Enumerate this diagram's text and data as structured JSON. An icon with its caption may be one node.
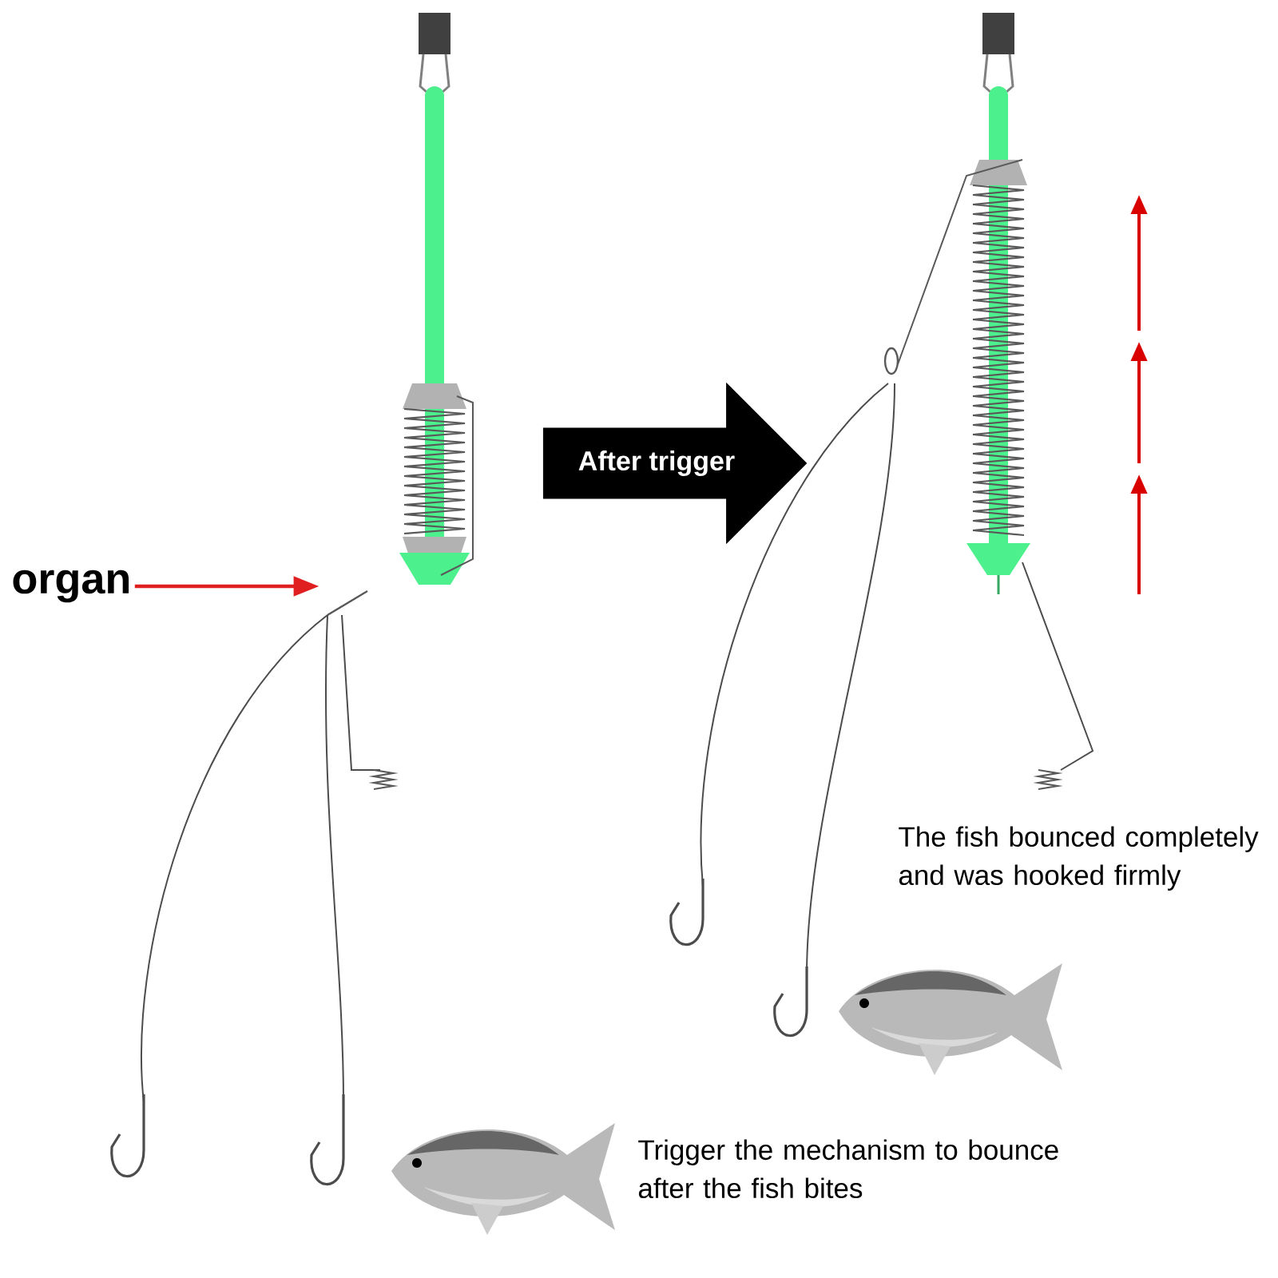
{
  "diagram": {
    "nodes": [
      {
        "text": [
          "organ"
        ]
      },
      {
        "text": [],
        "shape": "picture"
      },
      {
        "text": [],
        "shape": "picture"
      }
    ],
    "edges": [
      {
        "from": 0,
        "to": 1,
        "arrow": "to",
        "color": "#e02020"
      },
      {
        "from": 1,
        "to": 2,
        "arrow": "to",
        "label": "After trigger",
        "style": "thick",
        "color": "#000000"
      }
    ],
    "labels": [
      "The fish bounced completely and was hooked firmly",
      "Trigger the mechanism to bounce after the fish bites"
    ]
  }
}
